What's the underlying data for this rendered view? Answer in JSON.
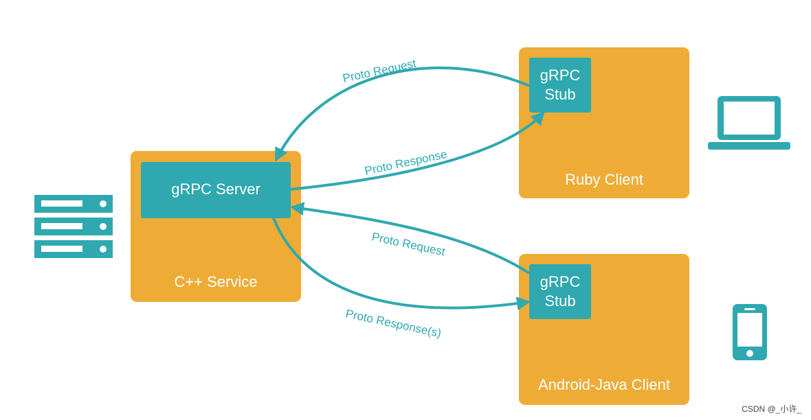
{
  "nodes": {
    "cpp_service": {
      "label": "C++ Service",
      "inner_label": "gRPC Server"
    },
    "ruby_client": {
      "label": "Ruby Client",
      "stub_line1": "gRPC",
      "stub_line2": "Stub"
    },
    "android_client": {
      "label": "Android-Java Client",
      "stub_line1": "gRPC",
      "stub_line2": "Stub"
    }
  },
  "edges": {
    "ruby_request": "Proto Request",
    "ruby_response": "Proto Response",
    "android_request": "Proto Request",
    "android_response": "Proto Response(s)"
  },
  "icons": [
    "server-icon",
    "laptop-icon",
    "phone-icon"
  ],
  "colors": {
    "box": "#eeac36",
    "accent": "#2fa8b0"
  },
  "watermark": "CSDN @_小许_"
}
